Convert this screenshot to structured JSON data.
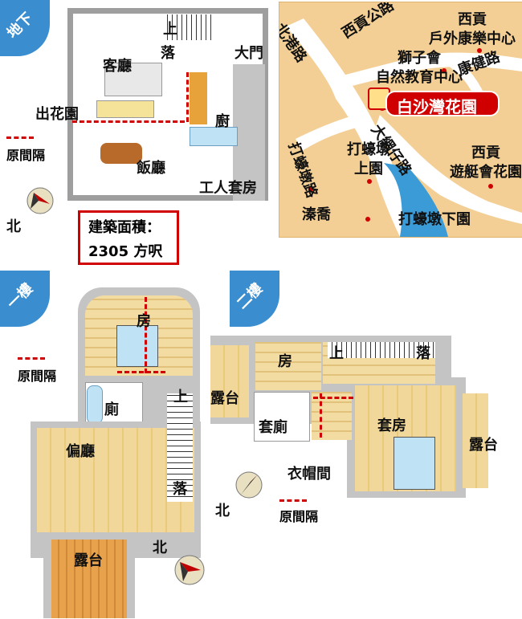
{
  "basement": {
    "badge": "地下",
    "rooms": {
      "living": "客廳",
      "stairs_up": "上",
      "stairs_down": "落",
      "main_door": "大門",
      "kitchen": "廚",
      "garden_exit": "出花園",
      "dining": "飯廳",
      "maid_room": "工人套房"
    },
    "legend_text": "原間隔",
    "north": "北"
  },
  "area_box": {
    "line1": "建築面積：",
    "line2": "2305 方呎"
  },
  "map": {
    "labels": {
      "bei_gang_road": "北港路",
      "sai_kung_road": "西貢公路",
      "outdoor_centre": "西貢\n戶外康樂中心",
      "hong_kin_road": "康健路",
      "lions_centre": "獅子會\n自然教育中心",
      "estate": "白沙灣花園",
      "hiram": "打蠔墩路",
      "tai_mong_tsai": "大網仔路",
      "upper_garden": "打蠔墩\n上園",
      "marina": "西貢\n遊艇會花園",
      "chan_kiu": "溱喬",
      "lower_garden": "打蠔墩下園"
    }
  },
  "first_floor": {
    "badge": "一樓",
    "rooms": {
      "room": "房",
      "bath": "廁",
      "side_hall": "偏廳",
      "up": "上",
      "down": "落",
      "terrace": "露台"
    },
    "legend_text": "原間隔",
    "north": "北"
  },
  "second_floor": {
    "badge": "二樓",
    "rooms": {
      "room": "房",
      "up": "上",
      "down": "落",
      "terrace_left": "露台",
      "ensuite_bath": "套廁",
      "suite": "套房",
      "terrace_right": "露台",
      "wardrobe": "衣帽間"
    },
    "legend_text": "原間隔",
    "north": "北"
  },
  "colors": {
    "badge_blue": "#3a8ed0",
    "red": "#d00000",
    "wall": "#9e9e9e",
    "map_bg": "#f3cf95",
    "water": "#3a9bd6"
  }
}
